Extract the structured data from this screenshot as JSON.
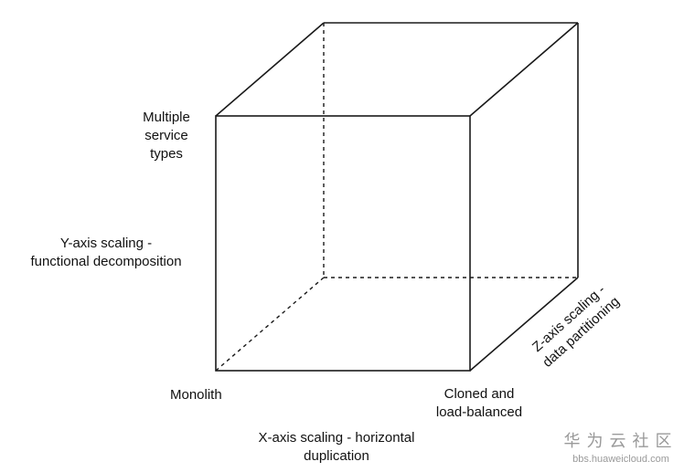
{
  "labels": {
    "multiple_service_types": [
      "Multiple",
      "service",
      "types"
    ],
    "y_axis": [
      "Y-axis scaling -",
      "functional decomposition"
    ],
    "monolith": "Monolith",
    "cloned": [
      "Cloned and",
      "load-balanced"
    ],
    "x_axis": [
      "X-axis scaling - horizontal",
      "duplication"
    ],
    "z_axis": [
      "Z-axis scaling -",
      "data partitioning"
    ]
  },
  "watermark": {
    "brand": "华为云社区",
    "url": "bbs.huaweicloud.com"
  },
  "colors": {
    "line": "#1a1a1a",
    "text": "#111111",
    "watermark": "#9a9a9a"
  }
}
